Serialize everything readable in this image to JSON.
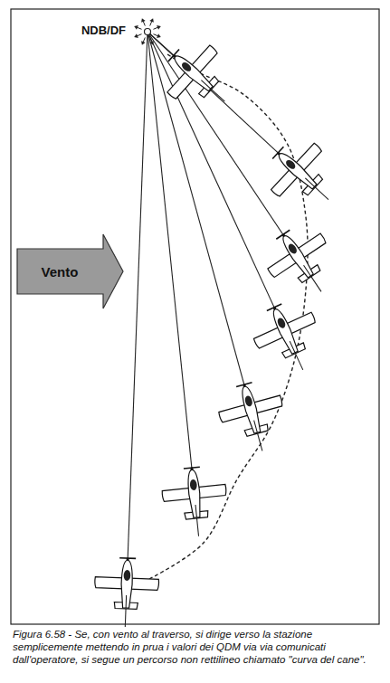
{
  "diagram": {
    "caption": "Figura 6.58 - Se, con vento al traverso, si dirige verso la stazione semplicemente mettendo in prua i valori dei QDM via via comunicati dall'operatore, si segue un percorso non rettilineo chiamato \"curva del cane\".",
    "nodes": [
      {
        "text": [
          "Vento"
        ]
      }
    ],
    "labels": [
      "NDB/DF"
    ]
  }
}
